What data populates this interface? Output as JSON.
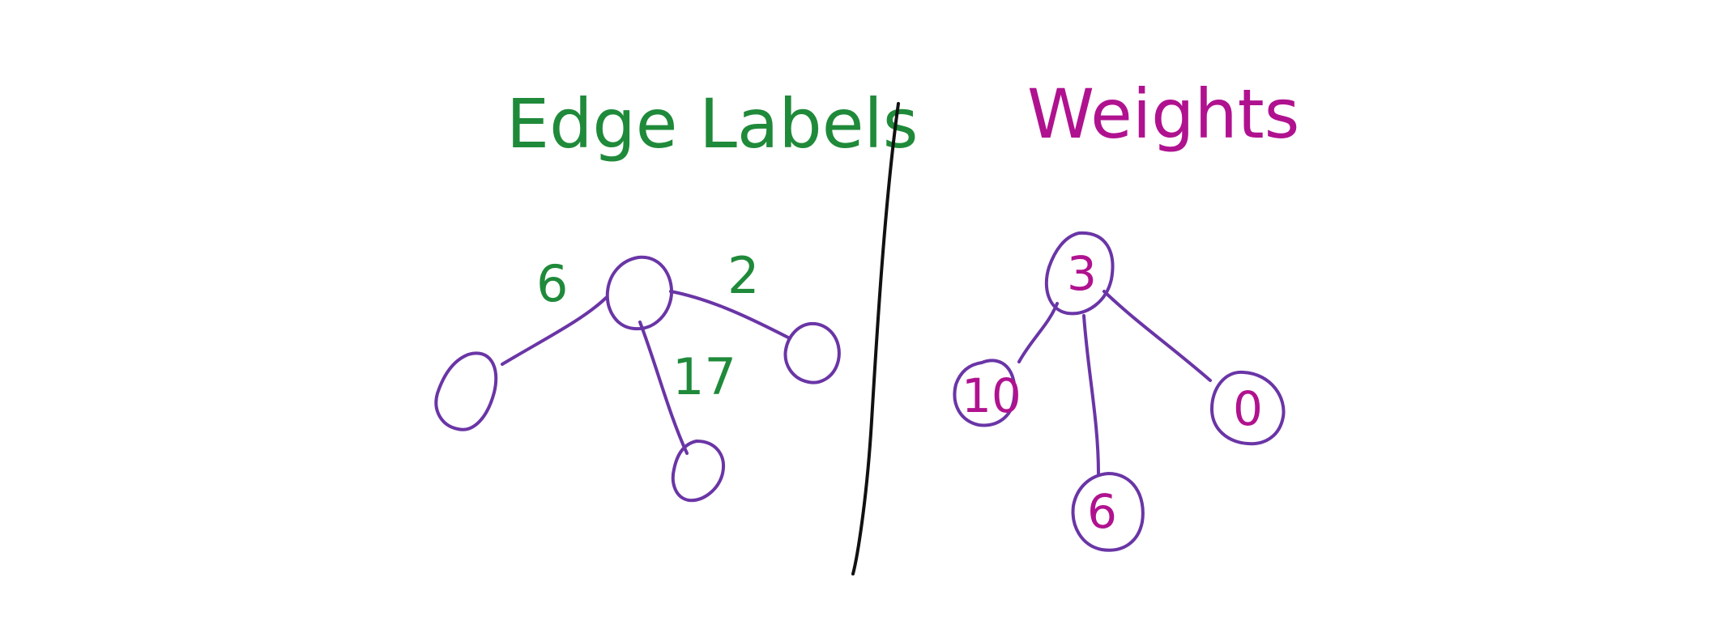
{
  "colors": {
    "edge_labels": "#1f8a3a",
    "weights": "#b0128f",
    "graph": "#6a35a6",
    "divider": "#111111"
  },
  "left_panel": {
    "title": "Edge Labels",
    "edges": [
      {
        "label": "6"
      },
      {
        "label": "2"
      },
      {
        "label": "17"
      }
    ]
  },
  "right_panel": {
    "title": "Weights",
    "nodes": [
      {
        "weight": "3"
      },
      {
        "weight": "10"
      },
      {
        "weight": "6"
      },
      {
        "weight": "0"
      }
    ]
  }
}
